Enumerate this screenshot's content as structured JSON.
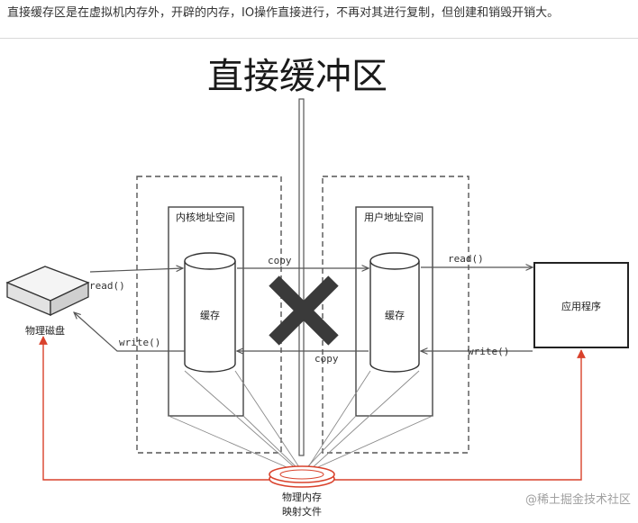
{
  "caption": "直接缓存区是在虚拟机内存外，开辟的内存，IO操作直接进行，不再对其进行复制，但创建和销毁开销大。",
  "diagram": {
    "title": "直接缓冲区",
    "kernel_space_label": "内核地址空间",
    "user_space_label": "用户地址空间",
    "kernel_buffer_label": "缓存",
    "user_buffer_label": "缓存",
    "disk_label": "物理磁盘",
    "app_label": "应用程序",
    "mmap_line1": "物理内存",
    "mmap_line2": "映射文件",
    "arrows": {
      "disk_read": "read()",
      "disk_write": "write()",
      "copy_top": "copy",
      "copy_bottom": "copy",
      "app_read": "read()",
      "app_write": "write()"
    },
    "colors": {
      "line": "#555555",
      "red": "#d9412b",
      "cross": "#3a3a3a"
    }
  },
  "watermark": "@稀土掘金技术社区"
}
